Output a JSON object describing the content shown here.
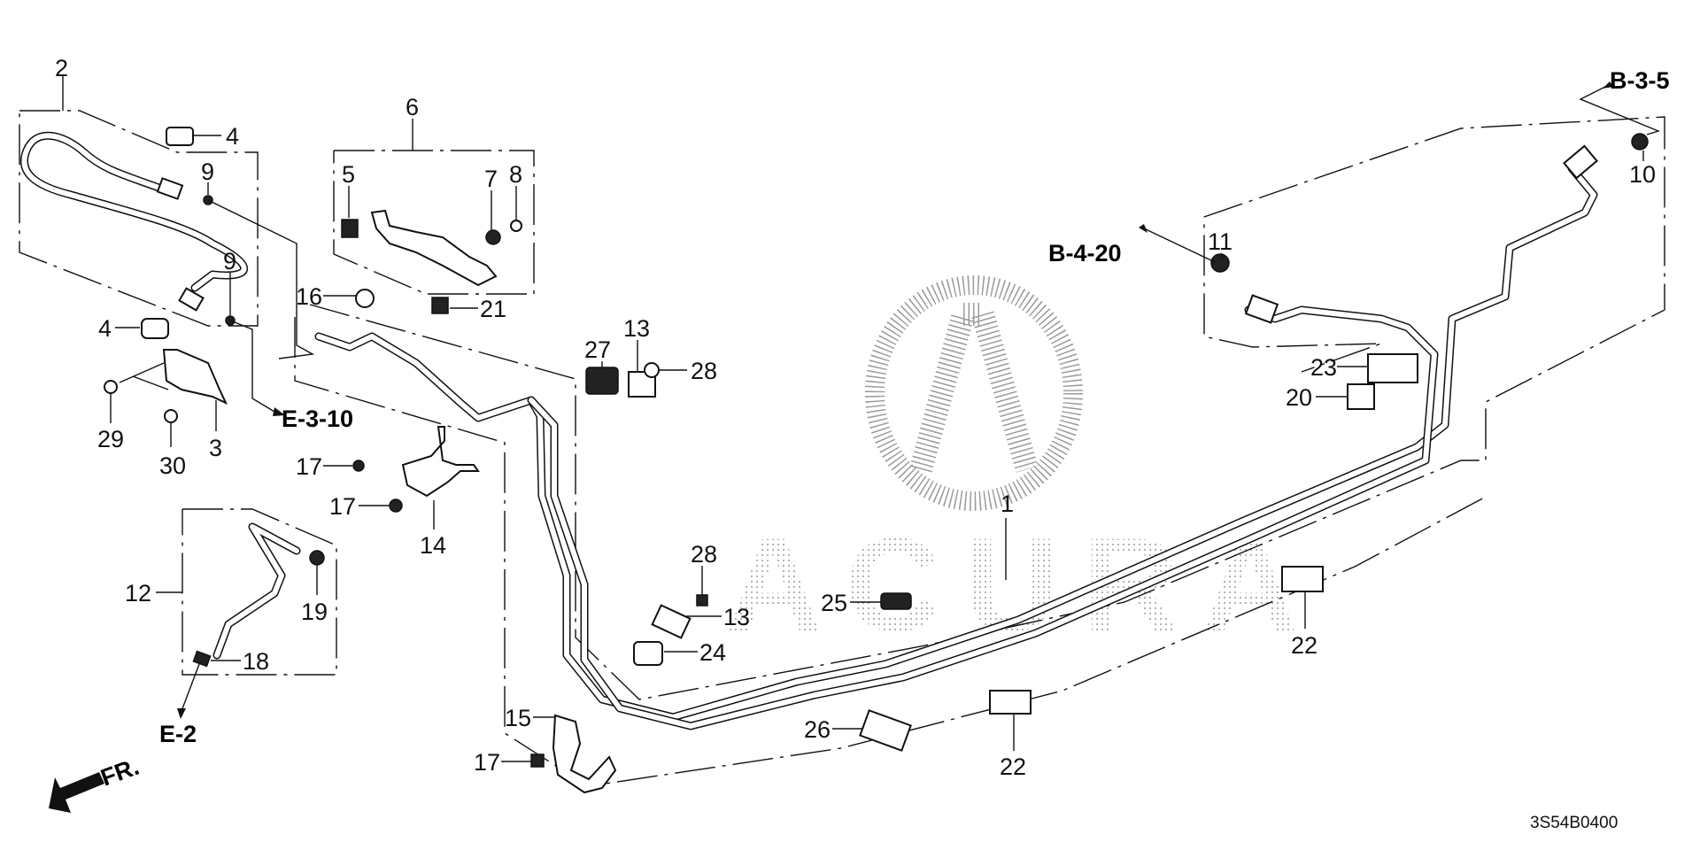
{
  "diagram": {
    "diagram_code": "3S54B0400",
    "watermark_brand": "ACURA",
    "orientation_marker": {
      "icon": "front-direction-arrow-icon",
      "label": "FR."
    },
    "references": {
      "b_3_5": "B-3-5",
      "b_4_20": "B-4-20",
      "e_3_10": "E-3-10",
      "e_2": "E-2"
    },
    "callouts": {
      "p1": "1",
      "p2": "2",
      "p3": "3",
      "p4a": "4",
      "p4b": "4",
      "p5": "5",
      "p6": "6",
      "p7": "7",
      "p8": "8",
      "p9a": "9",
      "p9b": "9",
      "p10": "10",
      "p11": "11",
      "p12": "12",
      "p13a": "13",
      "p13b": "13",
      "p14": "14",
      "p15": "15",
      "p16": "16",
      "p17a": "17",
      "p17b": "17",
      "p17c": "17",
      "p18": "18",
      "p19": "19",
      "p20": "20",
      "p21": "21",
      "p22a": "22",
      "p22b": "22",
      "p23": "23",
      "p24": "24",
      "p25": "25",
      "p26": "26",
      "p27": "27",
      "p28a": "28",
      "p28b": "28",
      "p29": "29",
      "p30": "30"
    }
  }
}
